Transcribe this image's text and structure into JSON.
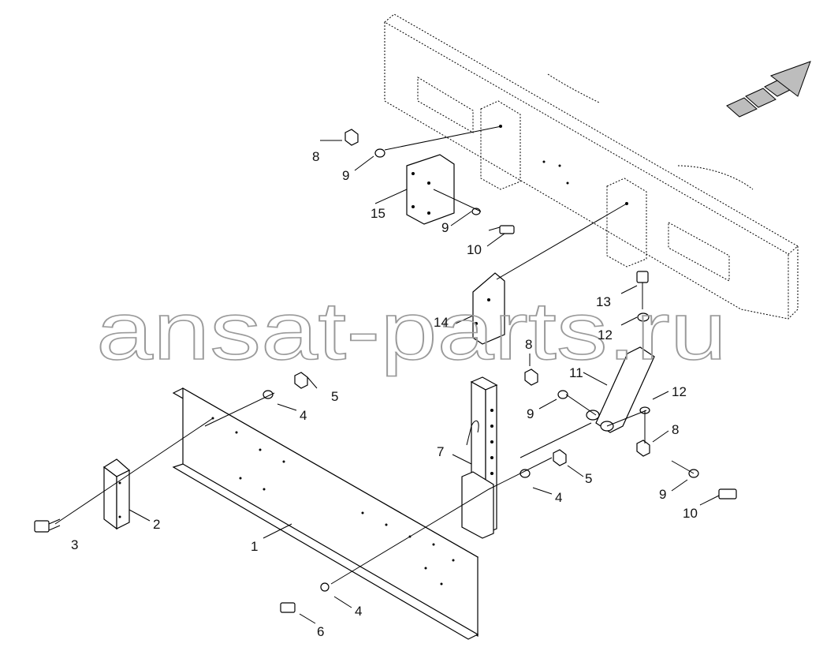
{
  "watermark": "ansat-parts.ru",
  "callouts": {
    "c1": "1",
    "c2": "2",
    "c3": "3",
    "c4a": "4",
    "c4b": "4",
    "c4c": "4",
    "c5a": "5",
    "c5b": "5",
    "c6": "6",
    "c7": "7",
    "c8a": "8",
    "c8b": "8",
    "c8c": "8",
    "c9a": "9",
    "c9b": "9",
    "c9c": "9",
    "c9d": "9",
    "c10a": "10",
    "c10b": "10",
    "c11": "11",
    "c12a": "12",
    "c12b": "12",
    "c13": "13",
    "c14": "14",
    "c15": "15"
  }
}
